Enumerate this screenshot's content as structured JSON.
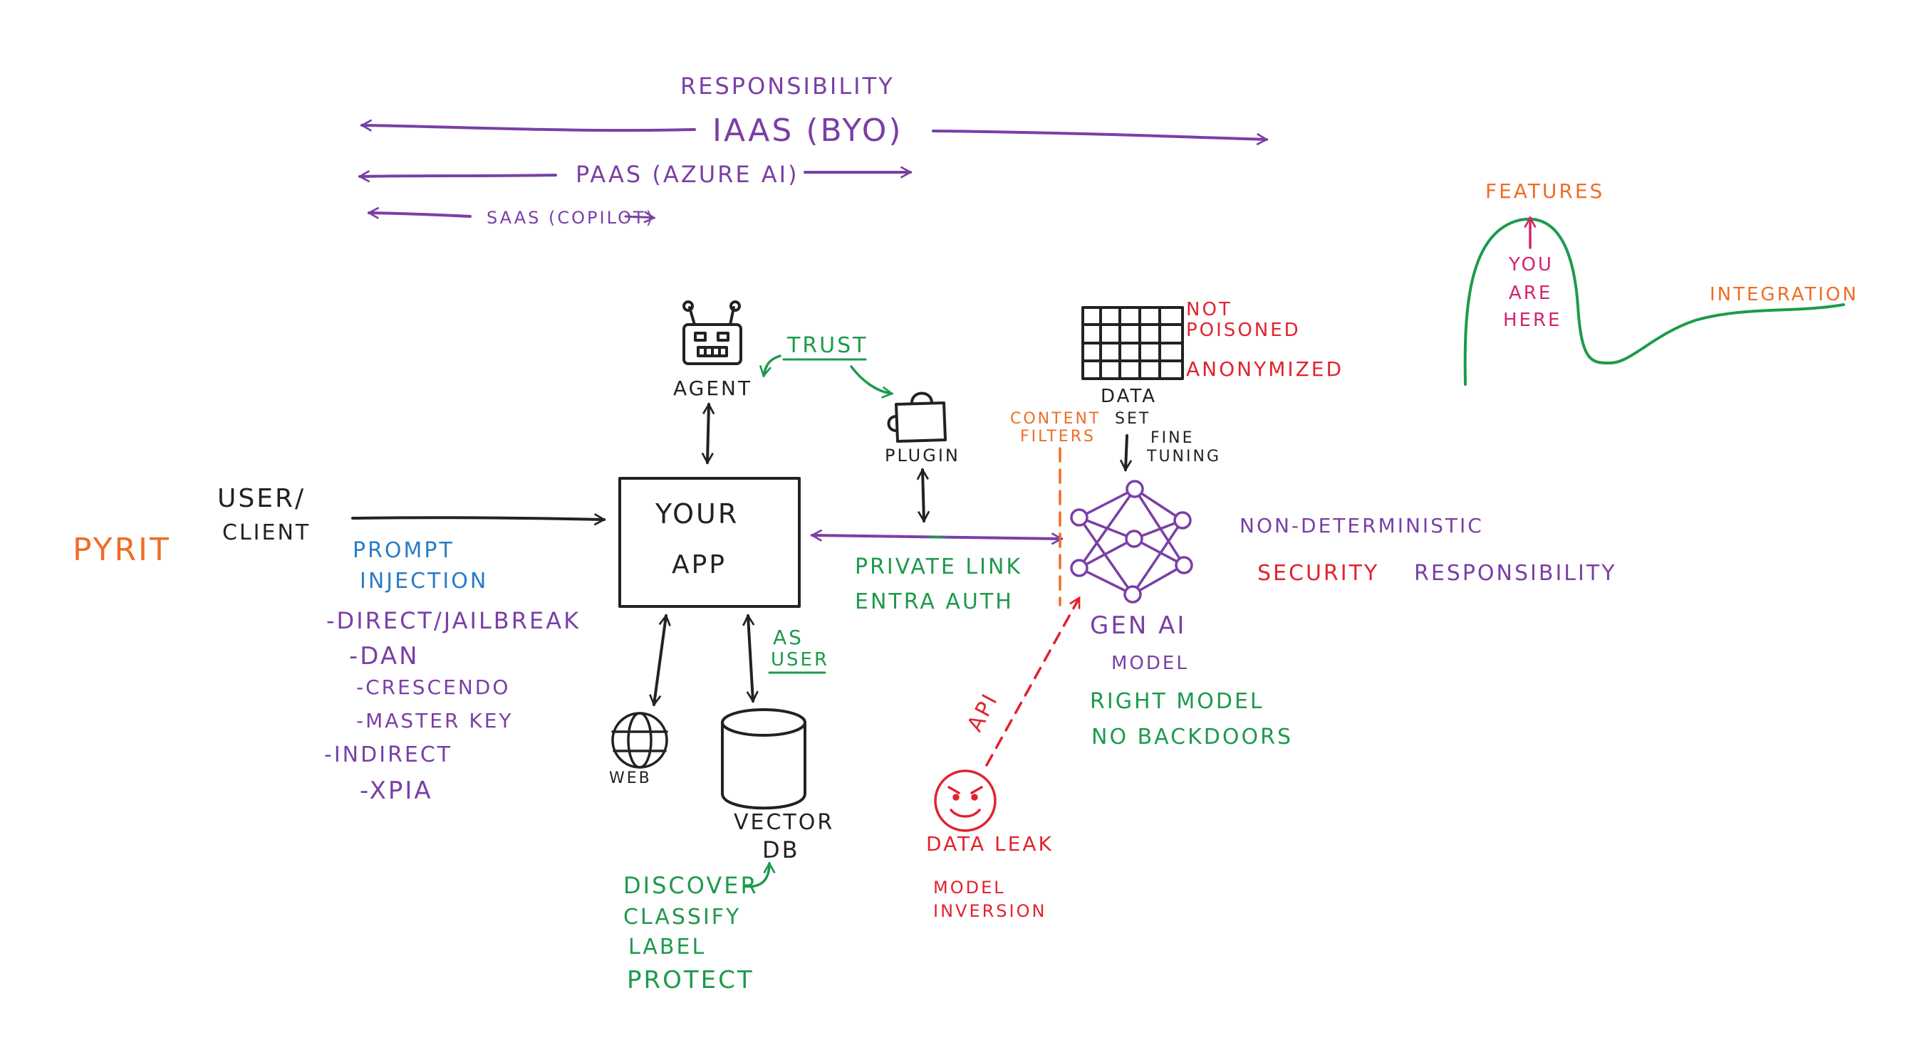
{
  "responsibility_header": {
    "title": "RESPONSIBILITY",
    "iaas": "IAAS (BYO)",
    "paas": "PAAS (AZURE AI)",
    "saas": "SAAS (COPILOT)"
  },
  "hype_curve": {
    "features": "FEATURES",
    "you_are_here": [
      "YOU",
      "ARE",
      "HERE"
    ],
    "integration": "INTEGRATION"
  },
  "pyrit": "PYRIT",
  "user_client": [
    "USER/",
    "CLIENT"
  ],
  "prompt_injection": {
    "title": [
      "PROMPT",
      "INJECTION"
    ],
    "items": [
      "-DIRECT/JAILBREAK",
      "-DAN",
      "-CRESCENDO",
      "-MASTER KEY",
      "-INDIRECT",
      "-XPIA"
    ]
  },
  "agent": "AGENT",
  "trust": "TRUST",
  "plugin": "PLUGIN",
  "your_app": [
    "YOUR",
    "APP"
  ],
  "data_set": {
    "label": [
      "DATA",
      "SET"
    ],
    "notes": [
      "NOT",
      "POISONED",
      "ANONYMIZED"
    ]
  },
  "fine_tuning": [
    "FINE",
    "TUNING"
  ],
  "content_filters": [
    "CONTENT",
    "FILTERS"
  ],
  "private_link": [
    "PRIVATE LINK",
    "ENTRA AUTH"
  ],
  "gen_ai": {
    "label": [
      "GEN AI",
      "MODEL"
    ],
    "properties": "NON-DETERMINISTIC",
    "security": "SECURITY",
    "responsibility": "RESPONSIBILITY",
    "checks": [
      "RIGHT MODEL",
      "NO BACKDOORS"
    ]
  },
  "as_user": [
    "AS",
    "USER"
  ],
  "web": "WEB",
  "vector_db": [
    "VECTOR",
    "DB"
  ],
  "purview_actions": [
    "DISCOVER",
    "CLASSIFY",
    "LABEL",
    "PROTECT"
  ],
  "api": "API",
  "attacks": [
    "DATA LEAK",
    "MODEL",
    "INVERSION"
  ],
  "colors": {
    "purple": "#7a3fa6",
    "green": "#1d9a4c",
    "red": "#e1232f",
    "orange": "#ef6c27",
    "pink": "#d4246e",
    "blue": "#2a7cc7",
    "black": "#222222"
  }
}
